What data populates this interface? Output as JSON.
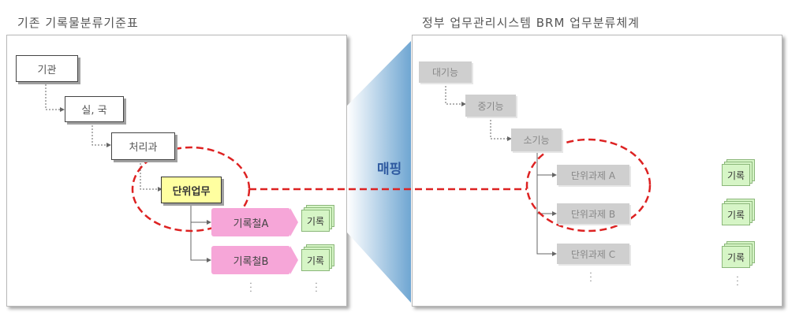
{
  "left": {
    "title": "기존 기록물분류기준표",
    "nodes": {
      "agency": "기관",
      "office": "실, 국",
      "dept": "처리과",
      "unit_task": "단위업무"
    },
    "records": [
      "기록철A",
      "기록철B"
    ],
    "doc_label": "기록"
  },
  "right": {
    "title": "정부 업무관리시스템 BRM 업무분류체계",
    "nodes": {
      "major": "대기능",
      "mid": "중기능",
      "minor": "소기능"
    },
    "tasks": [
      "단위과제 A",
      "단위과제 B",
      "단위과제 C"
    ],
    "doc_label": "기록"
  },
  "mapping_label": "매핑",
  "colors": {
    "mapping_line": "#dd2222",
    "unit_task_fill": "#ffffa0",
    "record_fill": "#f6a6d8",
    "doc_fill": "#d6f5c6",
    "gray_box": "#cfcfcf",
    "mapping_text": "#2f5aa0"
  }
}
